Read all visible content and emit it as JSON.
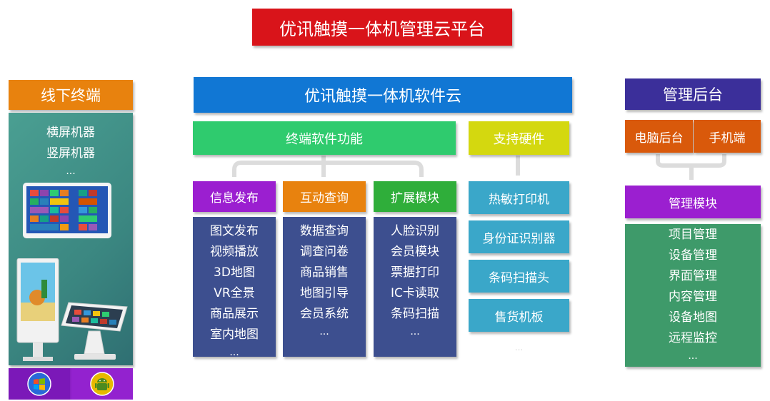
{
  "title": "优讯触摸一体机管理云平台",
  "offline": {
    "header": "线下终端",
    "items": [
      "横屏机器",
      "竖屏机器",
      "..."
    ],
    "os_icons": [
      "windows-icon",
      "android-icon"
    ]
  },
  "cloud": {
    "header": "优讯触摸一体机软件云",
    "terminal_functions": "终端软件功能",
    "hardware_support": "支持硬件",
    "modules": [
      {
        "title": "信息发布",
        "items": [
          "图文发布",
          "视频播放",
          "3D地图",
          "VR全景",
          "商品展示",
          "室内地图",
          "..."
        ]
      },
      {
        "title": "互动查询",
        "items": [
          "数据查询",
          "调查问卷",
          "商品销售",
          "地图引导",
          "会员系统",
          "..."
        ]
      },
      {
        "title": "扩展模块",
        "items": [
          "人脸识别",
          "会员模块",
          "票据打印",
          "IC卡读取",
          "条码扫描",
          "..."
        ]
      }
    ],
    "hardware": [
      "热敏打印机",
      "身份证识别器",
      "条码扫描头",
      "售货机板"
    ],
    "hardware_more": "..."
  },
  "backend": {
    "header": "管理后台",
    "pc": "电脑后台",
    "mobile": "手机端",
    "module_title": "管理模块",
    "items": [
      "项目管理",
      "设备管理",
      "界面管理",
      "内容管理",
      "设备地图",
      "远程监控",
      "..."
    ]
  },
  "colors": {
    "red": "#d9141a",
    "orange": "#e8820e",
    "blue": "#1177d4",
    "navy": "#3b2f9a",
    "green": "#2fcb6e",
    "yellow": "#d4d80f",
    "purple": "#9b1fd0",
    "teal": "#3aa7c9",
    "slate": "#3d4f8f",
    "darkorange": "#d9590b",
    "sidebar_teal": "#3d8f86",
    "mgmt_green": "#3e9a6a"
  }
}
